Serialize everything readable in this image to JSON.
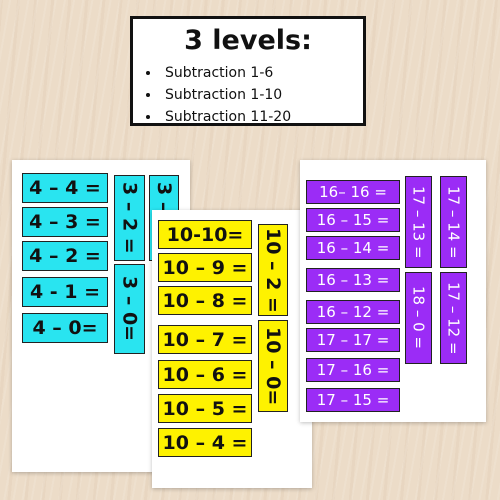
{
  "title": {
    "heading": "3 levels:",
    "items": [
      "Subtraction 1-6",
      "Subtraction 1-10",
      "Subtraction 11-20"
    ]
  },
  "sheets": {
    "cyan": {
      "color": "#29e4f0",
      "horizontal": [
        "4 – 4 =",
        "4 – 3 =",
        "4 – 2 =",
        "4 - 1 =",
        "4 – 0="
      ],
      "vertical": [
        "3 – 2 =",
        "3 –",
        "3 – 0="
      ]
    },
    "yellow": {
      "color": "#fef200",
      "horizontal": [
        "10-10=",
        "10 – 9 =",
        "10 – 8 =",
        "10 – 7 =",
        "10 – 6 =",
        "10 – 5 =",
        "10 – 4 ="
      ],
      "vertical": [
        "10 – 2 =",
        "10 – 0="
      ]
    },
    "purple": {
      "color": "#9b2cf6",
      "horizontal": [
        "16– 16 =",
        "16 – 15 =",
        "16 – 14 =",
        "16 – 13 =",
        "16 – 12 =",
        "17 – 17 =",
        "17 – 16 =",
        "17 – 15 ="
      ],
      "vertical": [
        "17 – 13 =",
        "17 – 14 =",
        "18 – 0 =",
        "17 – 12 ="
      ]
    }
  }
}
